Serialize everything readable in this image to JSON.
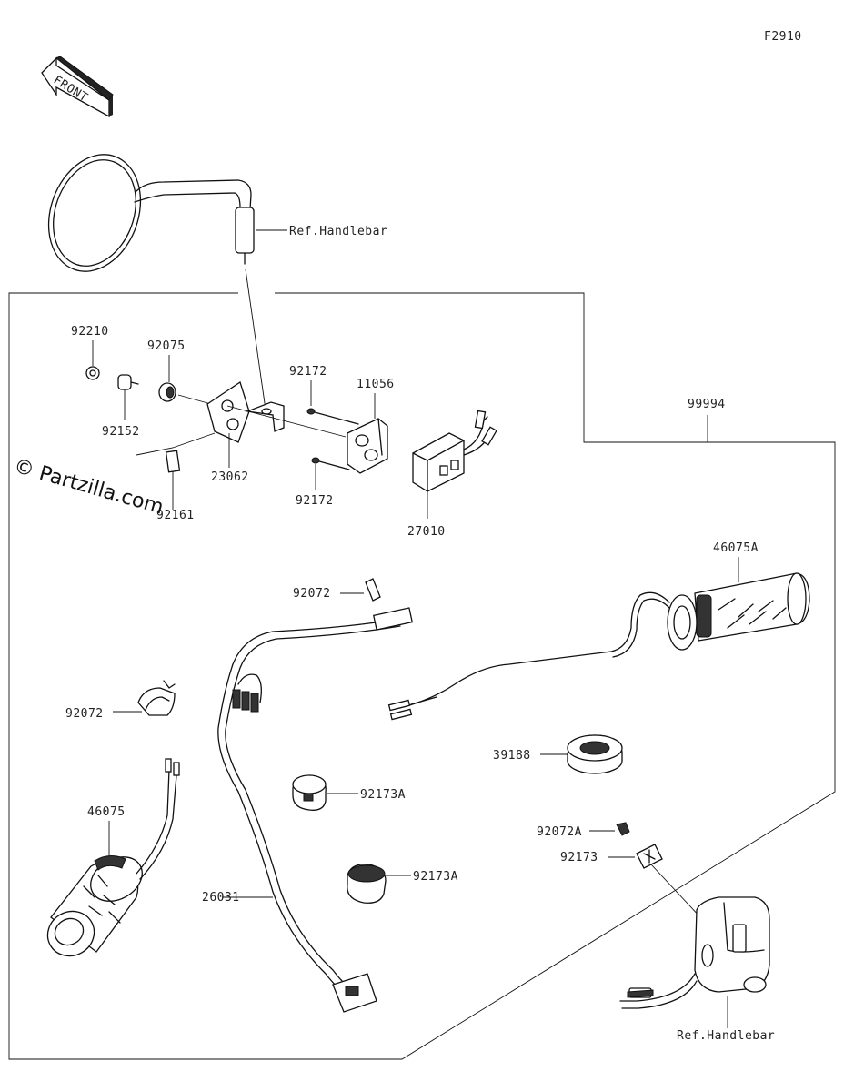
{
  "figure_code": "F2910",
  "front_label": "FRONT",
  "watermark": "© Partzilla.com",
  "ref_handlebar_top": "Ref.Handlebar",
  "ref_handlebar_bottom": "Ref.Handlebar",
  "part_labels": {
    "p92210": "92210",
    "p92075": "92075",
    "p92152": "92152",
    "p92172_top": "92172",
    "p11056": "11056",
    "p99994": "99994",
    "p23062": "23062",
    "p92172_bottom": "92172",
    "p92161": "92161",
    "p27010": "27010",
    "p46075A": "46075A",
    "p92072_top": "92072",
    "p92072_left": "92072",
    "p39188": "39188",
    "p92173A_top": "92173A",
    "p92072A": "92072A",
    "p92173": "92173",
    "p46075": "46075",
    "p92173A_bottom": "92173A",
    "p26031": "26031"
  }
}
